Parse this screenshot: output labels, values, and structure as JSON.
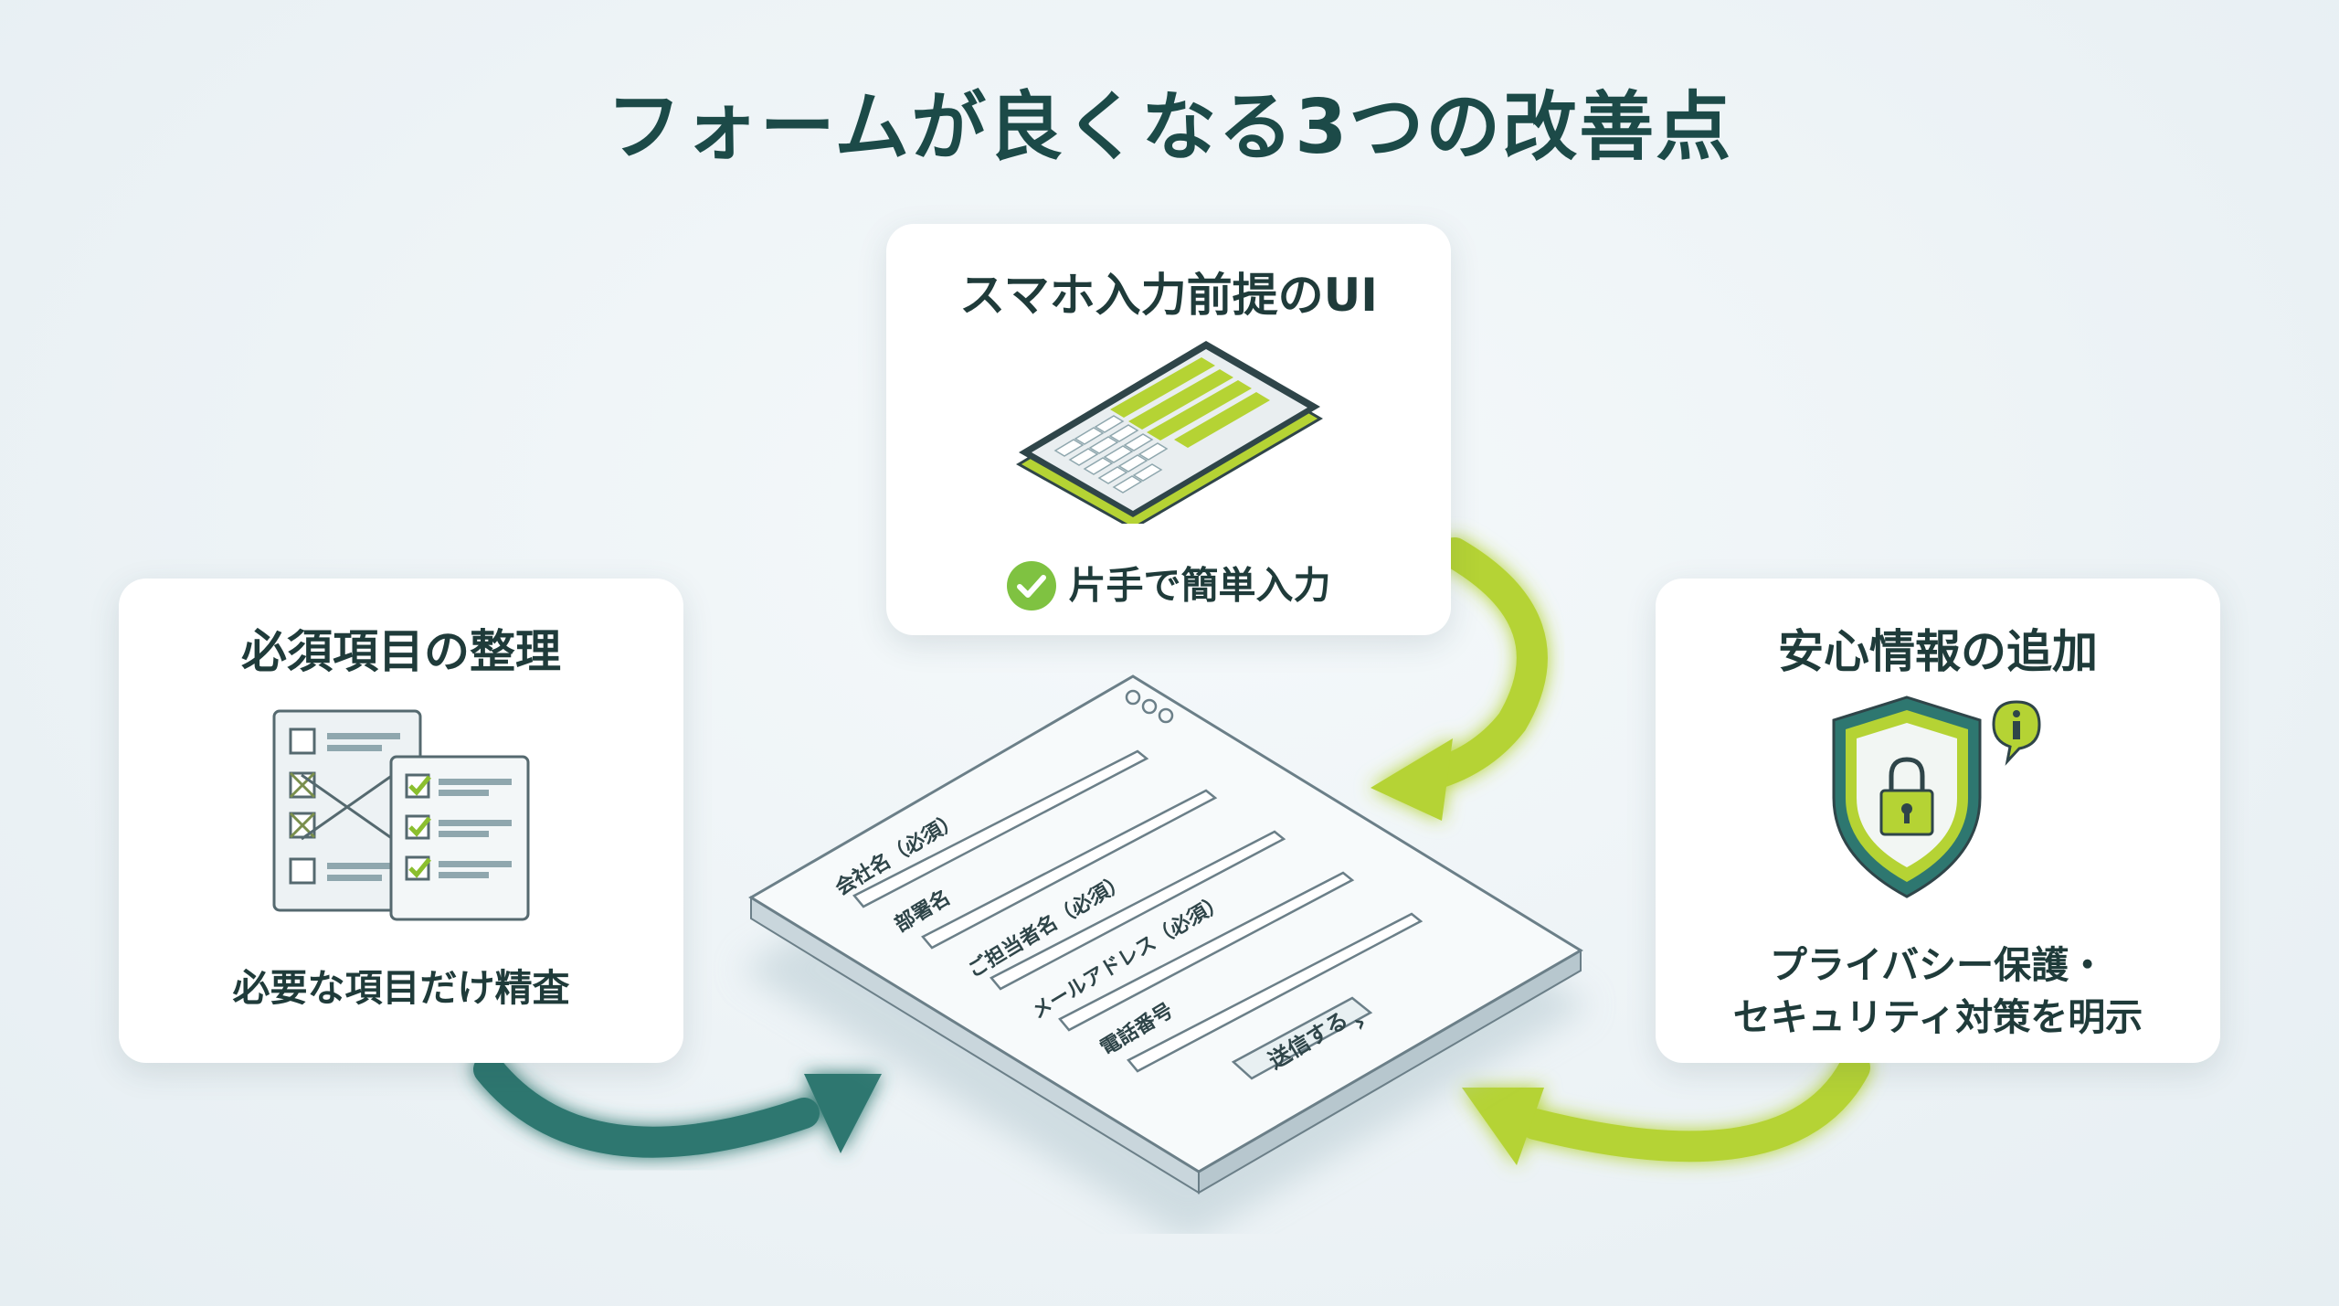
{
  "title": "フォームが良くなる3つの改善点",
  "cards": {
    "left": {
      "title": "必須項目の整理",
      "caption": "必要な項目だけ精査"
    },
    "top": {
      "title": "スマホ入力前提のUI",
      "caption": "片手で簡単入力"
    },
    "right": {
      "title": "安心情報の追加",
      "caption_line1": "プライバシー保護・",
      "caption_line2": "セキュリティ対策を明示"
    }
  },
  "form": {
    "fields": [
      "会社名（必須）",
      "部署名",
      "ご担当者名（必須）",
      "メールアドレス（必須）",
      "電話番号"
    ],
    "submit_label": "送信する",
    "submit_chevron": "›"
  },
  "icons": {
    "left": "checklist-icon",
    "top": "smartphone-icon",
    "right": "shield-lock-icon",
    "info": "info-icon",
    "check": "check-circle-icon"
  },
  "colors": {
    "accent_green": "#b5d334",
    "accent_teal": "#2e7770",
    "title_color": "#1c4a48",
    "check_green": "#7fc241"
  }
}
